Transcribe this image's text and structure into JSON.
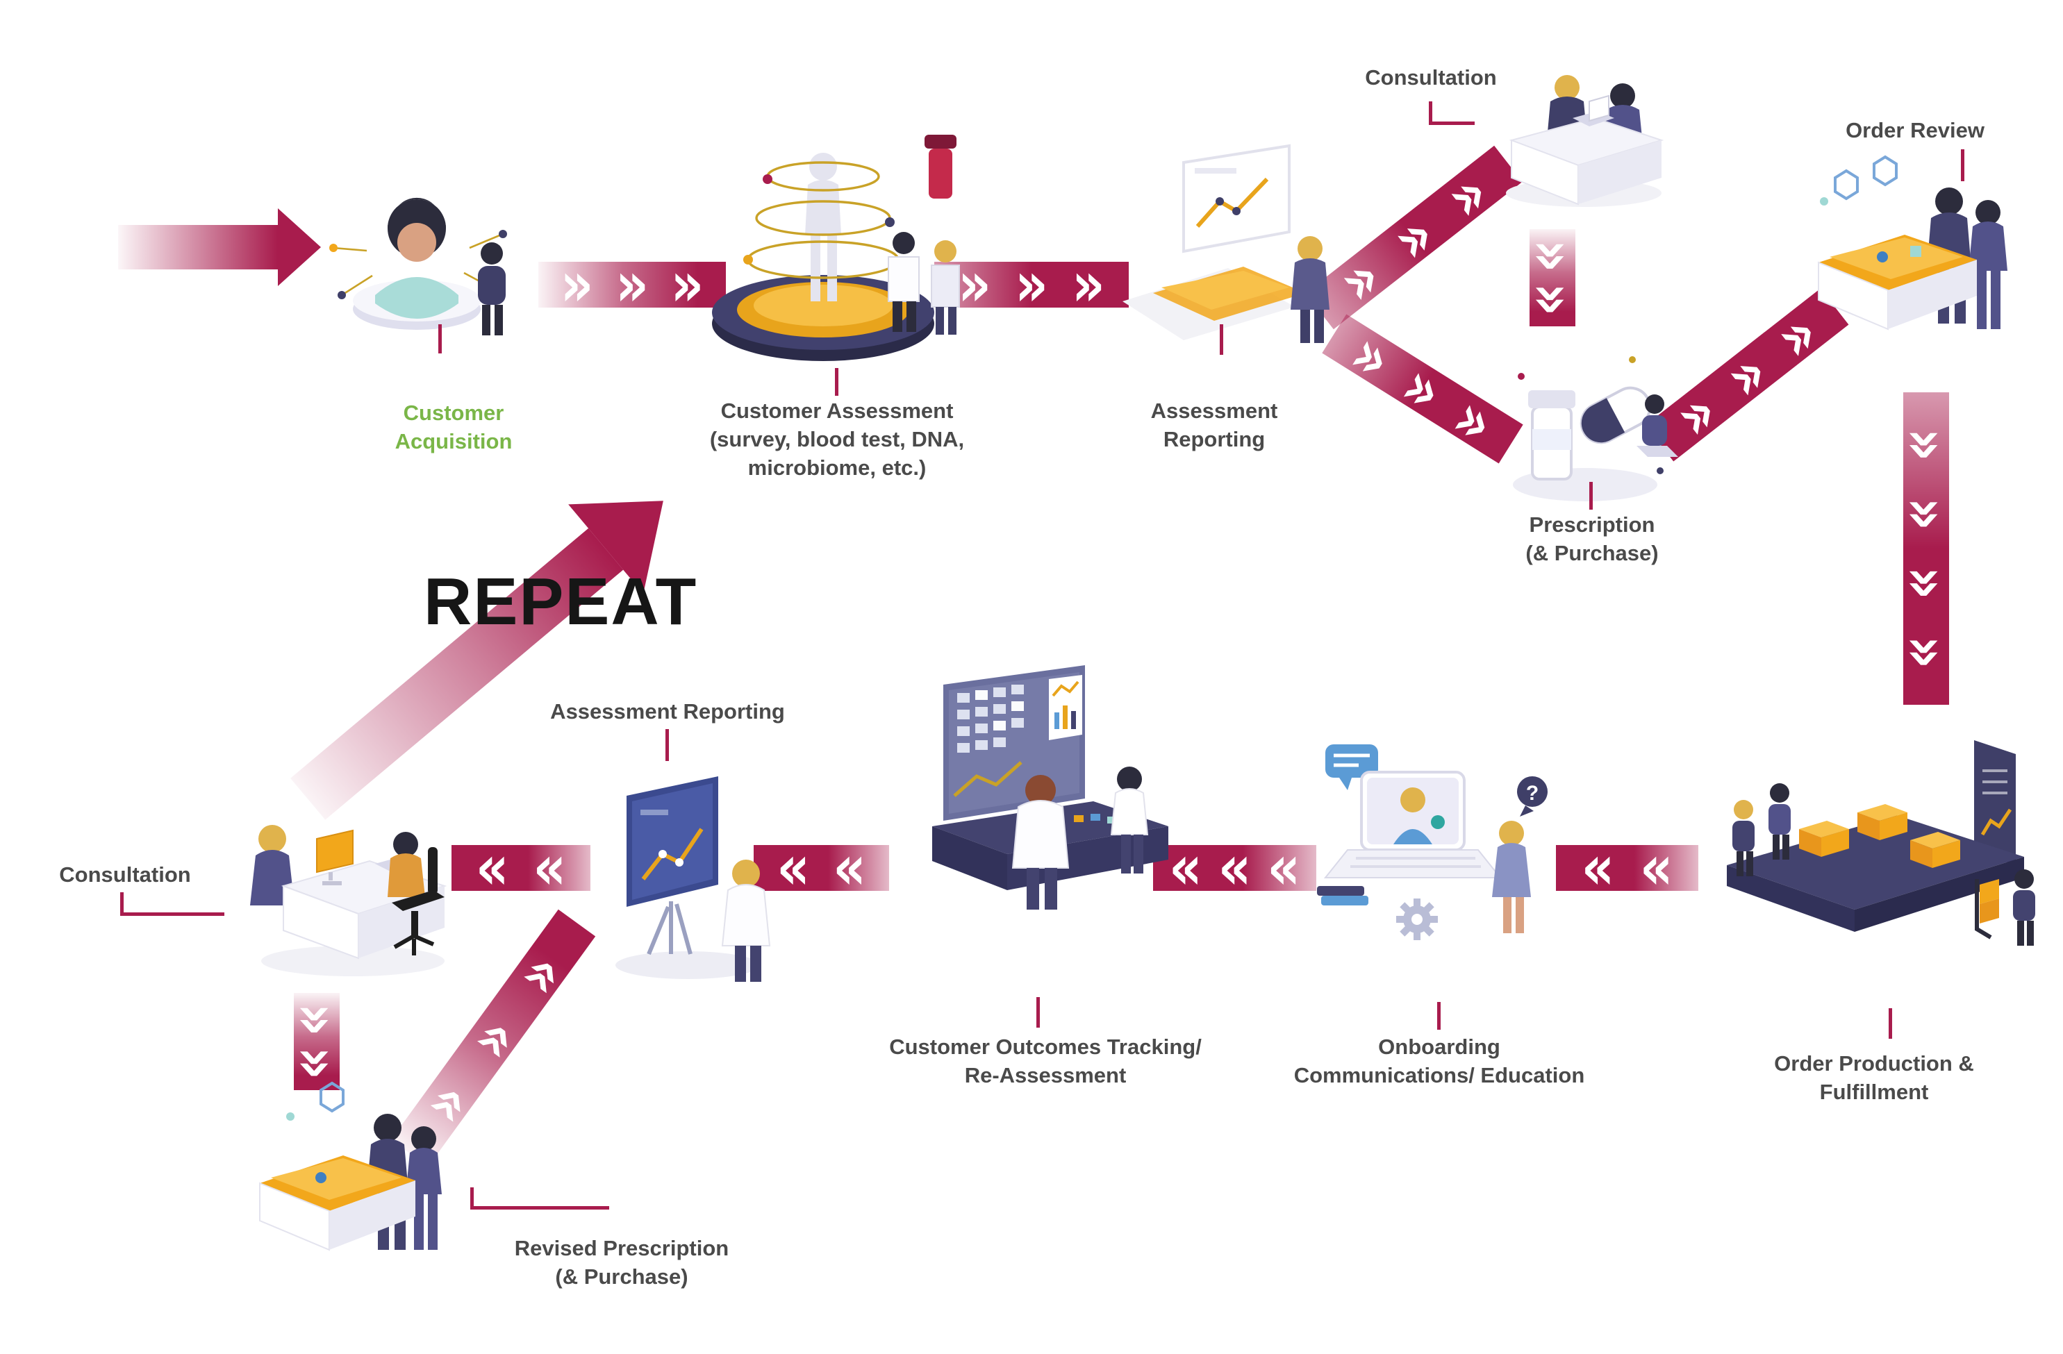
{
  "colors": {
    "flow": "#a81c4d",
    "flow_light": "#e7bccd",
    "label_text": "#4a4a4a",
    "accent_green": "#7ab648",
    "repeat_text": "#161616",
    "navy": "#3f3f68",
    "orange": "#f2a71b"
  },
  "flow": {
    "chevron_right": "»",
    "chevron_left": "«"
  },
  "icons": {
    "question_mark": "?"
  },
  "repeat_label": "REPEAT",
  "nodes": {
    "customer_acquisition": {
      "line1": "Customer",
      "line2": "Acquisition"
    },
    "customer_assessment": {
      "line1": "Customer Assessment",
      "line2": "(survey, blood test, DNA,",
      "line3": "microbiome, etc.)"
    },
    "assessment_reporting_top": {
      "line1": "Assessment",
      "line2": "Reporting"
    },
    "consultation_top": {
      "line1": "Consultation"
    },
    "prescription": {
      "line1": "Prescription",
      "line2": "(& Purchase)"
    },
    "order_review": {
      "line1": "Order Review"
    },
    "order_production": {
      "line1": "Order Production &",
      "line2": "Fulfillment"
    },
    "onboarding": {
      "line1": "Onboarding",
      "line2": "Communications/ Education"
    },
    "outcomes_tracking": {
      "line1": "Customer Outcomes Tracking/",
      "line2": "Re-Assessment"
    },
    "assessment_reporting_bottom": {
      "line1": "Assessment Reporting"
    },
    "consultation_bottom": {
      "line1": "Consultation"
    },
    "revised_prescription": {
      "line1": "Revised Prescription",
      "line2": "(& Purchase)"
    }
  }
}
